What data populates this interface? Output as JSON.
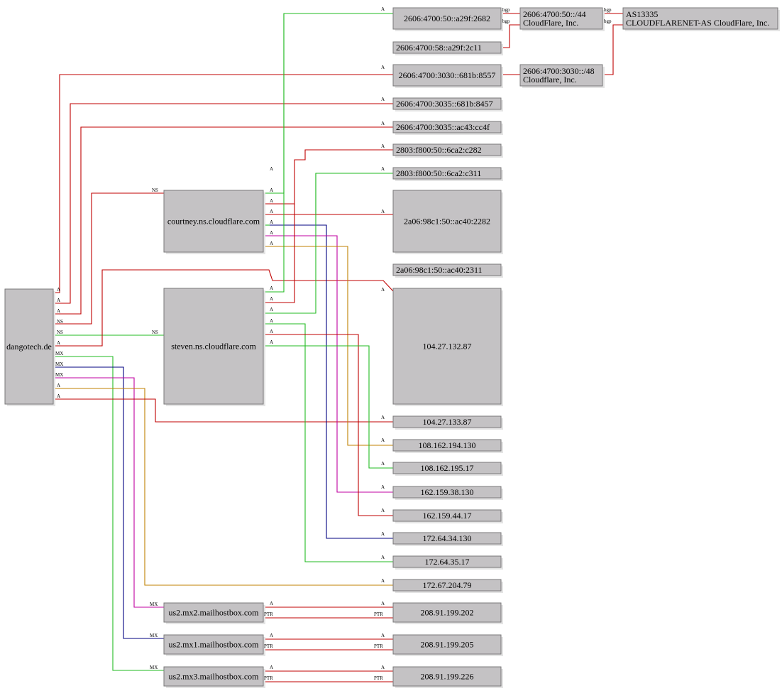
{
  "colors": {
    "red": "#c00000",
    "green": "#22bb22",
    "navy": "#000080",
    "magenta": "#c000a0",
    "orange": "#c08000"
  },
  "nodes": {
    "domain": "dangotech.de",
    "ns_courtney": "courtney.ns.cloudflare.com",
    "ns_steven": "steven.ns.cloudflare.com",
    "mx2": "us2.mx2.mailhostbox.com",
    "mx1": "us2.mx1.mailhostbox.com",
    "mx3": "us2.mx3.mailhostbox.com",
    "ip6_a29f_2682": "2606:4700:50::a29f:2682",
    "ip6_a29f_2c11": "2606:4700:58::a29f:2c11",
    "ip6_681b_8557": "2606:4700:3030::681b:8557",
    "ip6_681b_8457": "2606:4700:3035::681b:8457",
    "ip6_ac43_cc4f": "2606:4700:3035::ac43:cc4f",
    "ip6_6ca2_c282": "2803:f800:50::6ca2:c282",
    "ip6_6ca2_c311": "2803:f800:50::6ca2:c311",
    "ip6_ac40_2282": "2a06:98c1:50::ac40:2282",
    "ip6_ac40_2311": "2a06:98c1:50::ac40:2311",
    "ip_104_27_132_87": "104.27.132.87",
    "ip_104_27_133_87": "104.27.133.87",
    "ip_108_162_194_130": "108.162.194.130",
    "ip_108_162_195_17": "108.162.195.17",
    "ip_162_159_38_130": "162.159.38.130",
    "ip_162_159_44_17": "162.159.44.17",
    "ip_172_64_34_130": "172.64.34.130",
    "ip_172_64_35_17": "172.64.35.17",
    "ip_172_67_204_79": "172.67.204.79",
    "ip_208_202": "208.91.199.202",
    "ip_208_205": "208.91.199.205",
    "ip_208_226": "208.91.199.226",
    "net_50_44": [
      "2606:4700:50::/44",
      "CloudFlare, Inc."
    ],
    "net_3030_48": [
      "2606:4700:3030::/48",
      "Cloudflare, Inc."
    ],
    "asn": [
      "AS13335",
      "CLOUDFLARENET-AS CloudFlare, Inc."
    ]
  },
  "edge_labels": {
    "a": "A",
    "ns": "NS",
    "mx": "MX",
    "ptr": "PTR",
    "bgp": "bgp"
  }
}
